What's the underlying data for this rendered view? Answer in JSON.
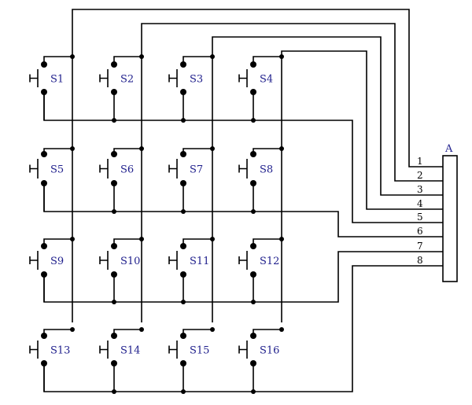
{
  "connector": {
    "label": "A",
    "pins": [
      "1",
      "2",
      "3",
      "4",
      "5",
      "6",
      "7",
      "8"
    ]
  },
  "switches": [
    {
      "label": "S1"
    },
    {
      "label": "S2"
    },
    {
      "label": "S3"
    },
    {
      "label": "S4"
    },
    {
      "label": "S5"
    },
    {
      "label": "S6"
    },
    {
      "label": "S7"
    },
    {
      "label": "S8"
    },
    {
      "label": "S9"
    },
    {
      "label": "S10"
    },
    {
      "label": "S11"
    },
    {
      "label": "S12"
    },
    {
      "label": "S13"
    },
    {
      "label": "S14"
    },
    {
      "label": "S15"
    },
    {
      "label": "S16"
    }
  ]
}
